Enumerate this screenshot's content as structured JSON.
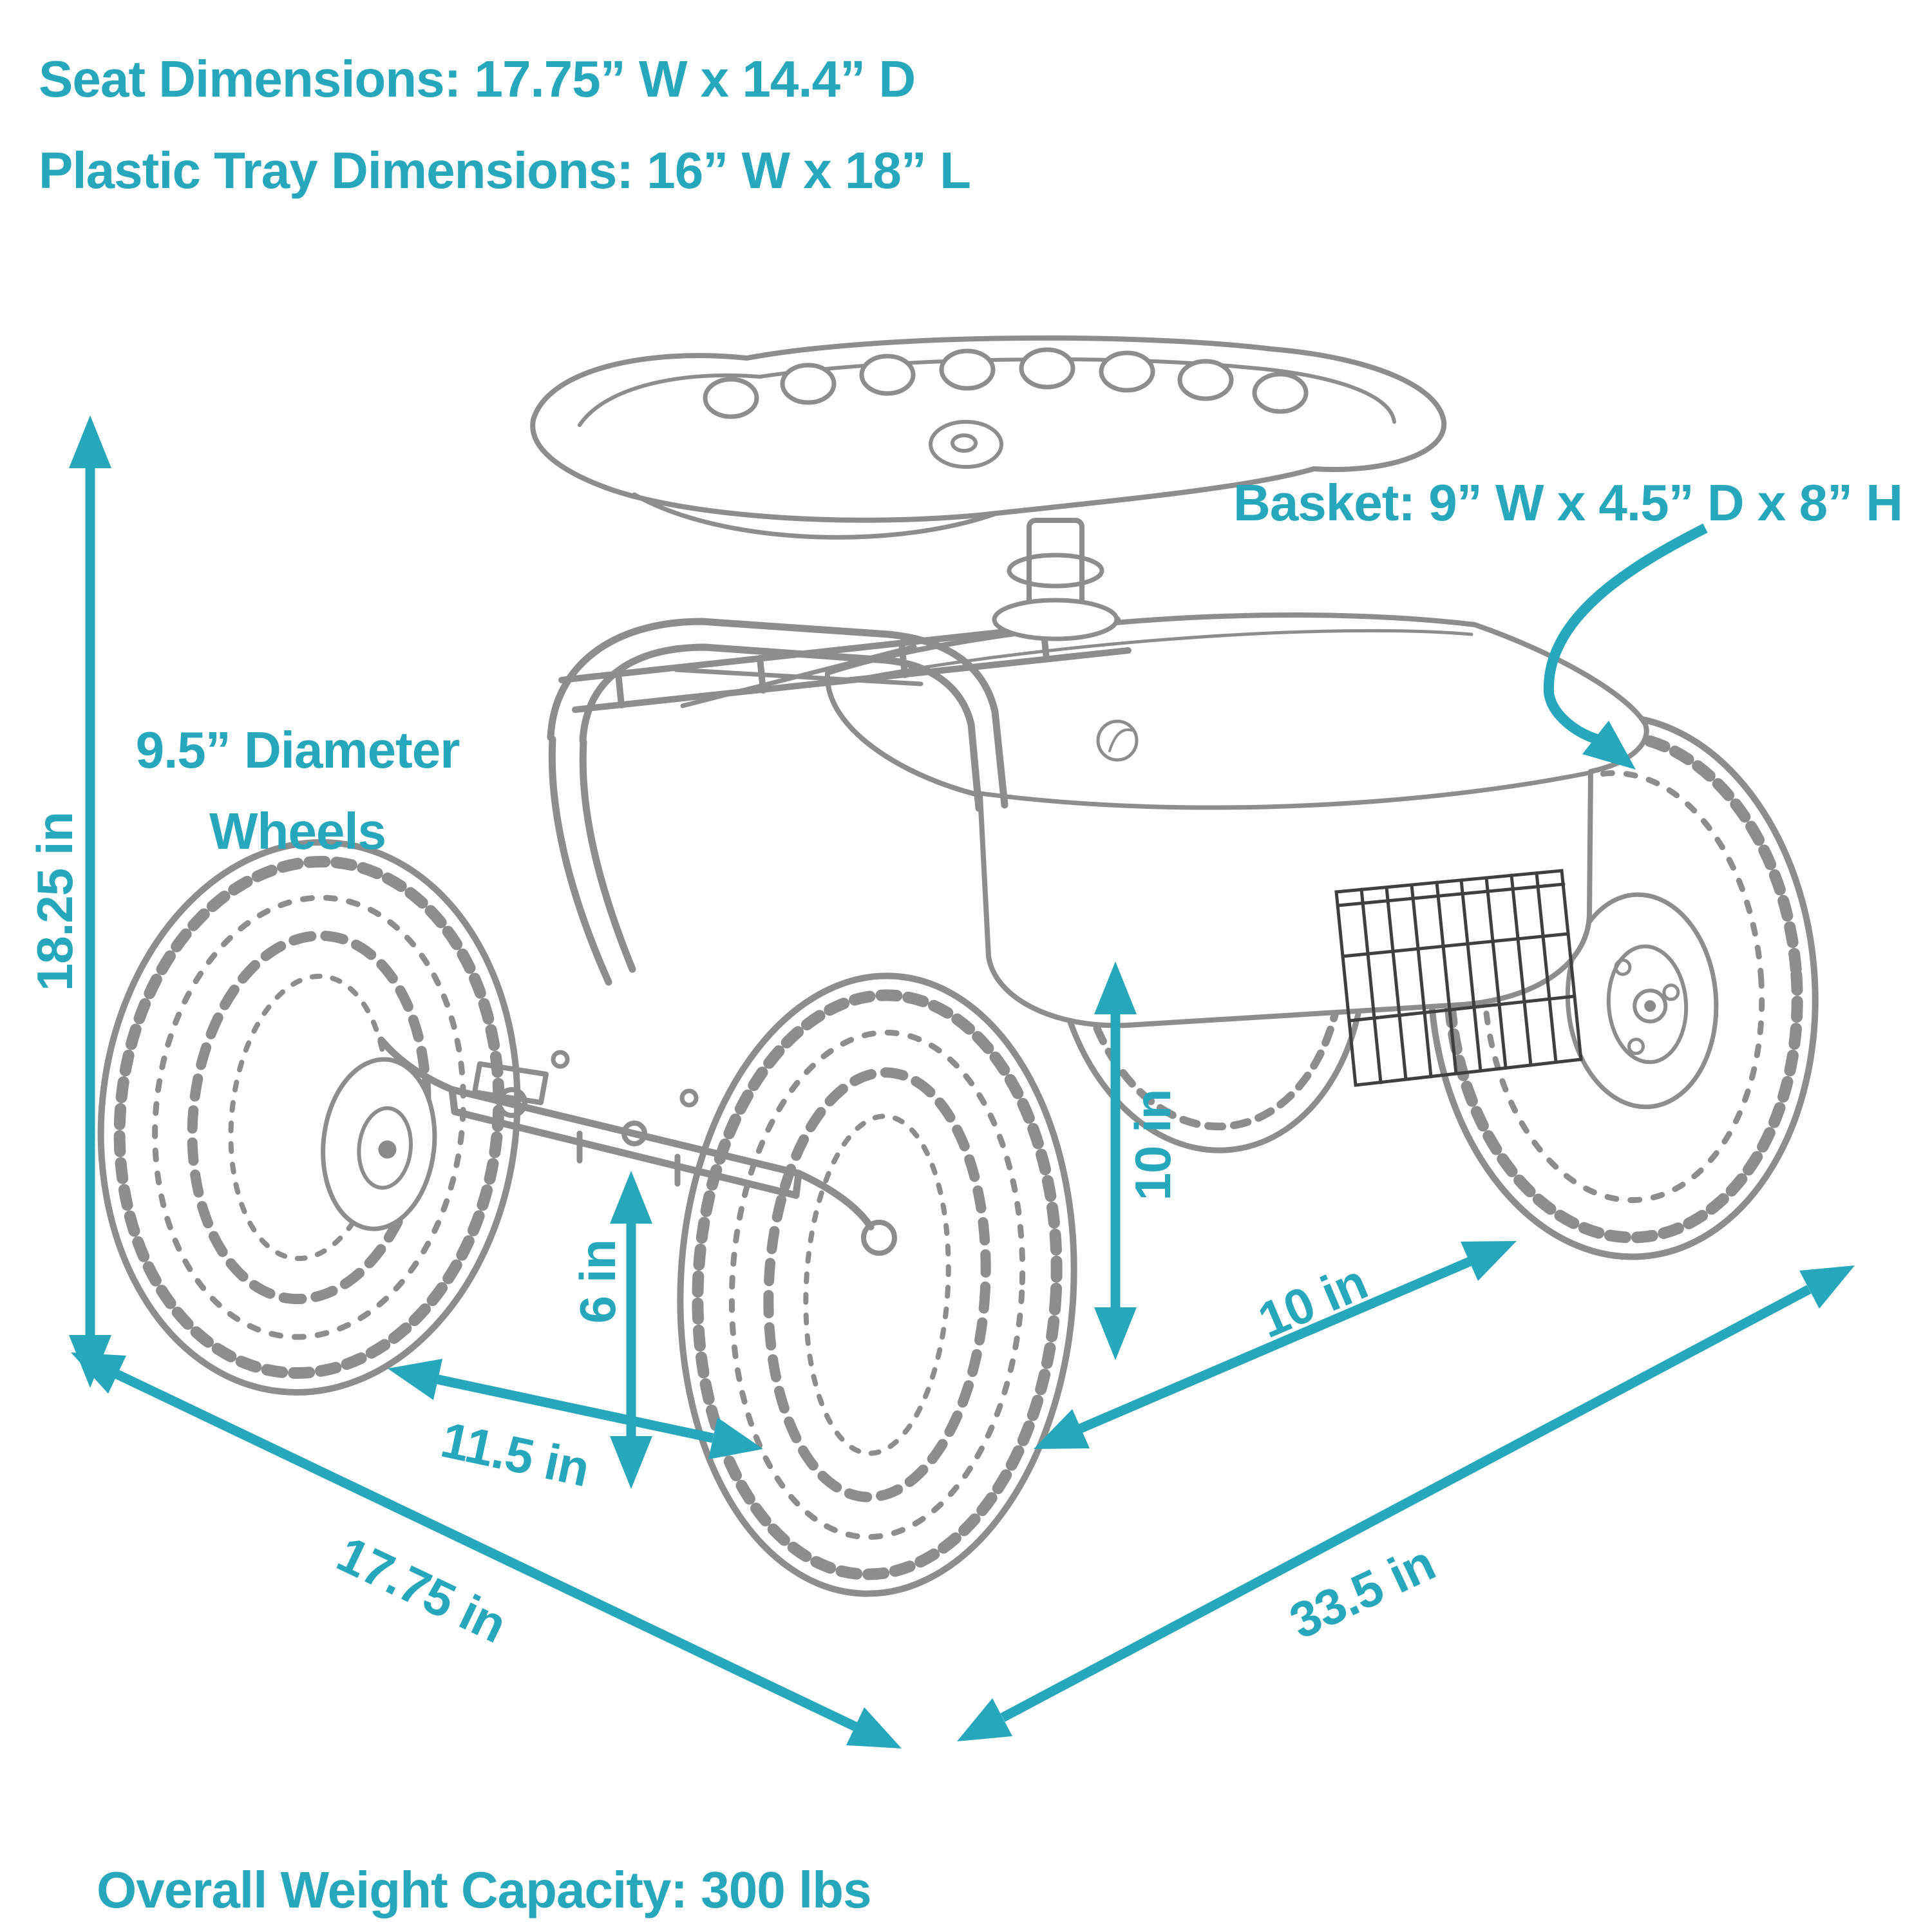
{
  "colors": {
    "accent": "#27A7BC",
    "sketch": "#8d8d8d",
    "sketch_dark": "#3f3f3f",
    "background": "#ffffff"
  },
  "header": {
    "seat_dimensions": "Seat Dimensions: 17.75” W x 14.4” D",
    "tray_dimensions": "Plastic Tray Dimensions: 16” W x 18” L"
  },
  "callouts": {
    "basket": "Basket: 9” W x 4.5” D x 8” H",
    "wheel_diameter_line1": "9.5” Diameter",
    "wheel_diameter_line2": "Wheels"
  },
  "measurements": {
    "overall_height": "18.25 in",
    "clearance_height": "6 in",
    "wheel_to_frame_height": "10 in",
    "front_track_width": "11.5 in",
    "overall_width": "17.75 in",
    "rear_section_length": "10 in",
    "overall_length": "33.5 in"
  },
  "footer": {
    "weight_capacity": "Overall Weight Capacity: 300 lbs"
  }
}
